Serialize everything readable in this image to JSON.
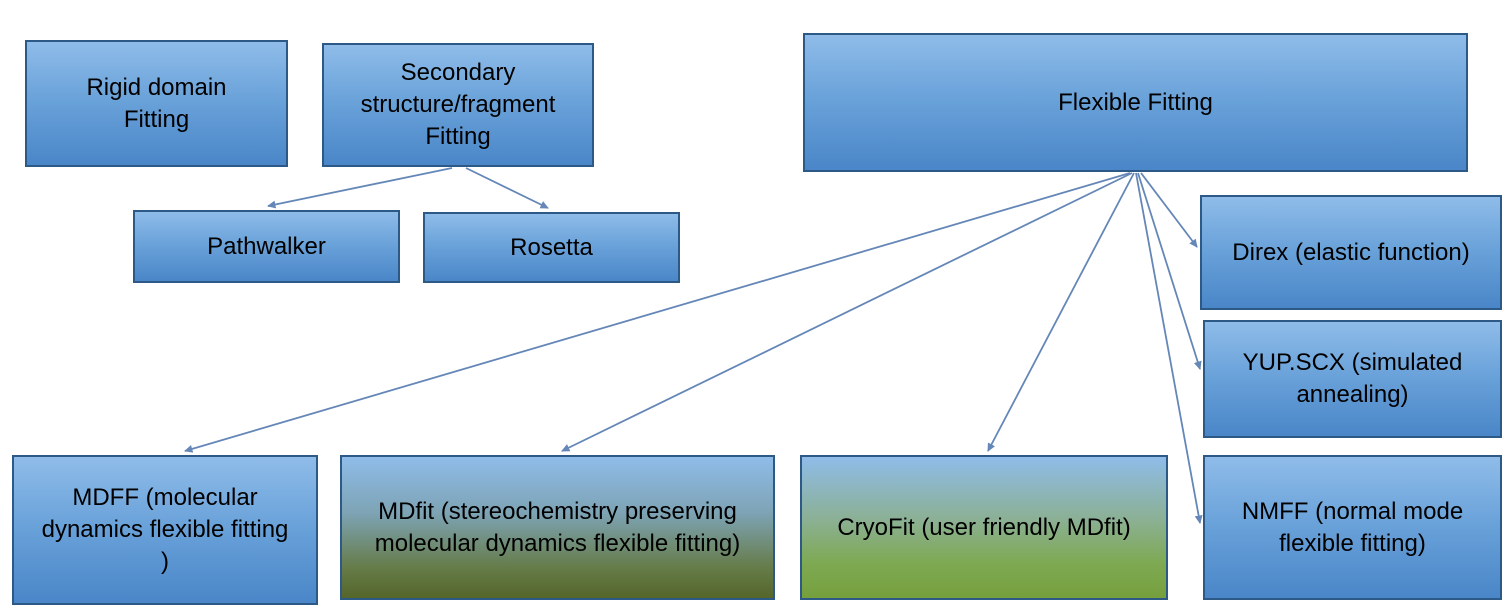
{
  "diagram": {
    "title": "Cryo-EM fitting methods diagram",
    "nodes": {
      "rigid_domain": {
        "label": "Rigid domain Fitting"
      },
      "secondary_structure": {
        "label": "Secondary structure/fragment Fitting"
      },
      "flexible_fitting": {
        "label": "Flexible Fitting"
      },
      "pathwalker": {
        "label": "Pathwalker"
      },
      "rosetta": {
        "label": "Rosetta"
      },
      "direx": {
        "label": "Direx (elastic function)"
      },
      "yup_scx": {
        "label": "YUP.SCX (simulated annealing)"
      },
      "nmff": {
        "label": "NMFF (normal mode flexible fitting)"
      },
      "mdff": {
        "label": "MDFF (molecular dynamics flexible fitting )"
      },
      "mdfit": {
        "label": "MDfit (stereochemistry preserving molecular dynamics flexible fitting)"
      },
      "cryofit": {
        "label": "CryoFit (user friendly MDfit)"
      }
    },
    "edges": [
      {
        "from": "secondary_structure",
        "to": "pathwalker"
      },
      {
        "from": "secondary_structure",
        "to": "rosetta"
      },
      {
        "from": "flexible_fitting",
        "to": "mdff"
      },
      {
        "from": "flexible_fitting",
        "to": "mdfit"
      },
      {
        "from": "flexible_fitting",
        "to": "cryofit"
      },
      {
        "from": "flexible_fitting",
        "to": "direx"
      },
      {
        "from": "flexible_fitting",
        "to": "yup_scx"
      },
      {
        "from": "flexible_fitting",
        "to": "nmff"
      }
    ],
    "colors": {
      "box_gradient_top": "#8fbce9",
      "box_gradient_bottom": "#4a86c8",
      "box_border": "#2d5986",
      "olive_gradient_bottom": "#55662b",
      "green_gradient_bottom": "#76a03d",
      "arrow": "#6487b8",
      "text": "#000000",
      "background": "#ffffff"
    }
  }
}
